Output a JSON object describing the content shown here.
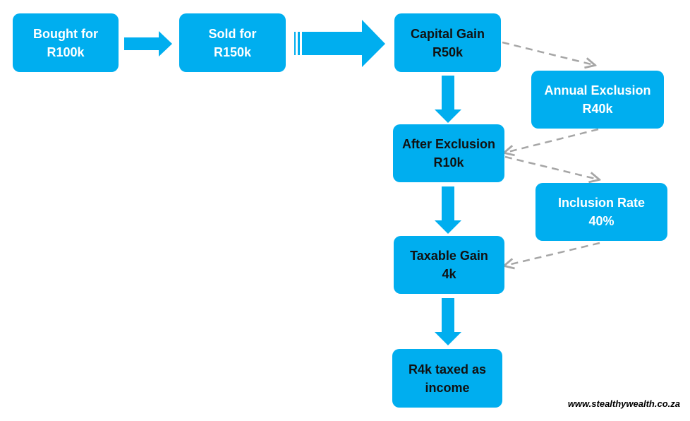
{
  "nodes": {
    "bought": {
      "line1": "Bought for",
      "line2": "R100k"
    },
    "sold": {
      "line1": "Sold for",
      "line2": "R150k"
    },
    "gain": {
      "line1": "Capital Gain",
      "line2": "R50k"
    },
    "annual": {
      "line1": "Annual Exclusion",
      "line2": "R40k"
    },
    "after": {
      "line1": "After Exclusion",
      "line2": "R10k"
    },
    "incl": {
      "line1": "Inclusion Rate",
      "line2": "40%"
    },
    "taxable": {
      "line1": "Taxable Gain",
      "line2": "4k"
    },
    "income": {
      "line1": "R4k taxed as",
      "line2": "income"
    }
  },
  "watermark": "www.stealthywealth.co.za",
  "colors": {
    "box": "#00aeef",
    "arrow": "#00aeef",
    "dashed": "#a6a6a6",
    "text_light": "#ffffff",
    "text_dark": "#111111"
  }
}
